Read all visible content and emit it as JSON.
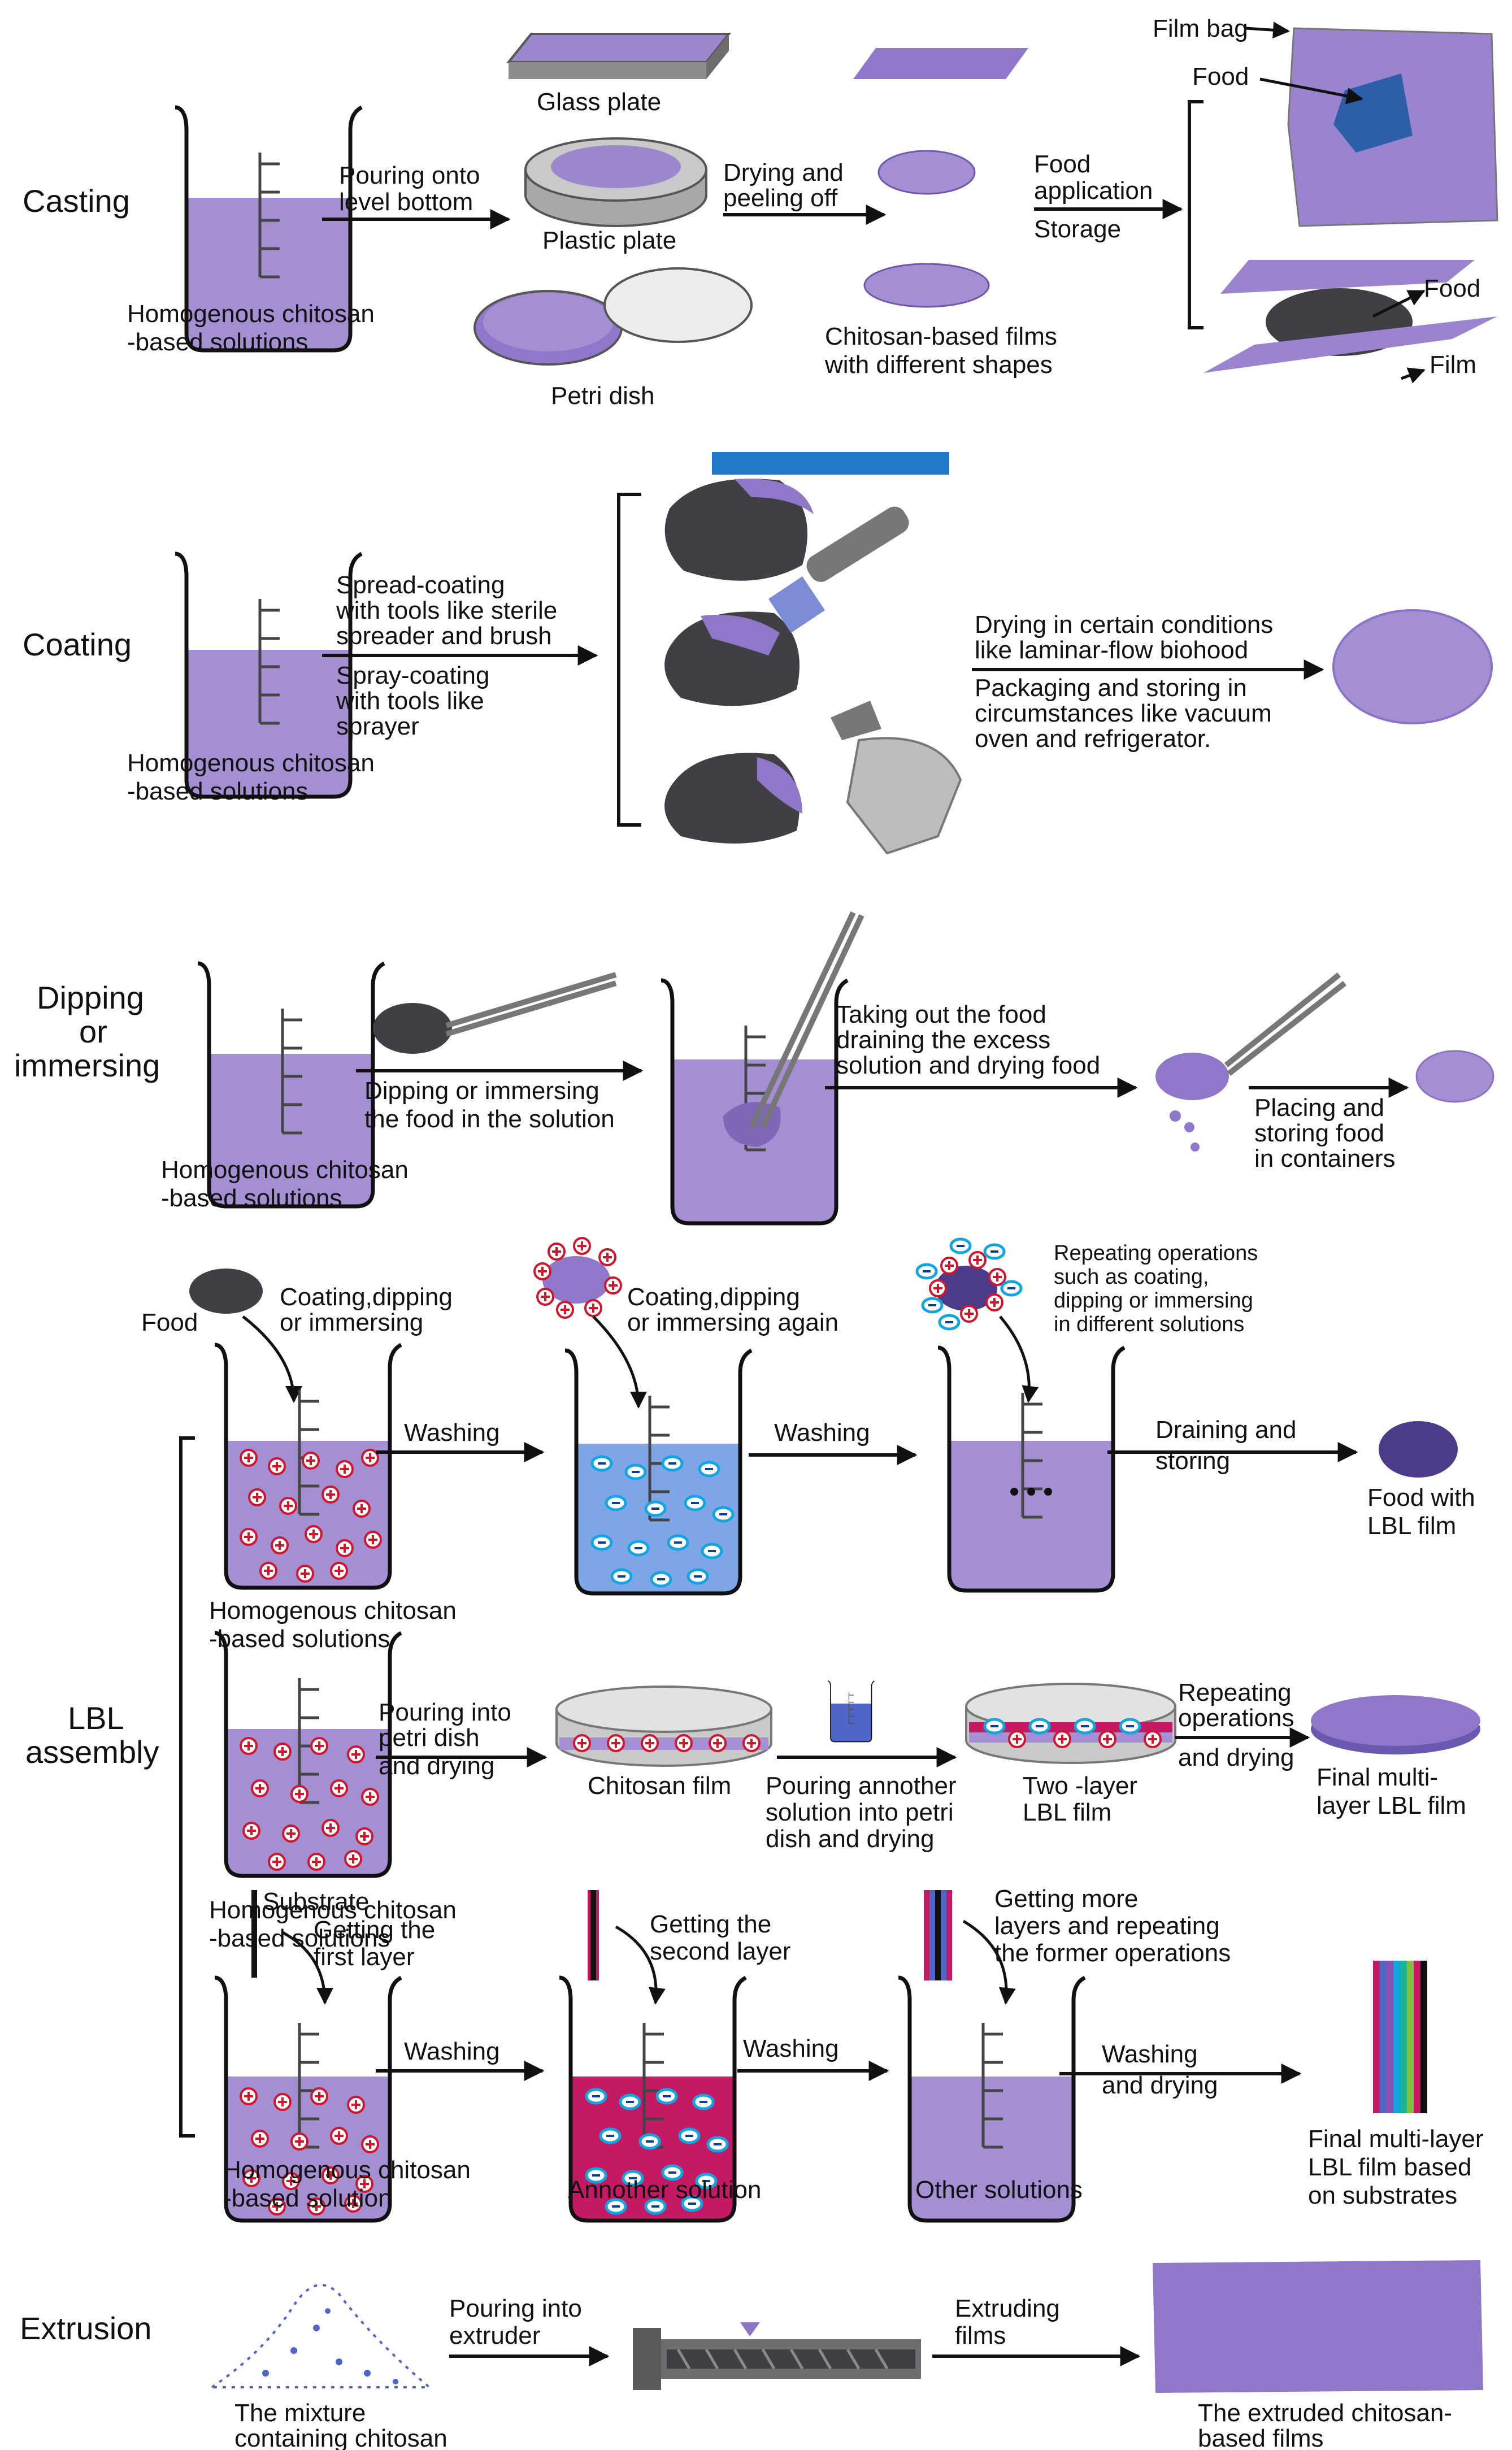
{
  "colors": {
    "solution": "#a58fd3",
    "solution_dark": "#8e74c5",
    "film": "#8f78c9",
    "film_dark": "#6f57b0",
    "food": "#3f3f44",
    "tool_blue": "#1f78c8",
    "pink": "#c41a64",
    "glass": "#c9c9c9",
    "arrow": "#111111"
  },
  "sections": {
    "casting": {
      "title": "Casting",
      "solution": [
        "Homogenous chitosan",
        "-based solutions"
      ],
      "pour": [
        "Pouring onto",
        "level bottom"
      ],
      "glass_plate": "Glass plate",
      "plastic_plate": "Plastic plate",
      "petri_dish": "Petri dish",
      "drying": [
        "Drying and",
        "peeling off"
      ],
      "films": [
        "Chitosan-based films",
        "with different shapes"
      ],
      "food_app": [
        "Food",
        "application"
      ],
      "storage": "Storage",
      "film_bag": "Film bag",
      "food": "Food",
      "food2": "Food",
      "film": "Film"
    },
    "coating": {
      "title": "Coating",
      "solution": [
        "Homogenous chitosan",
        "-based solutions"
      ],
      "spread": [
        "Spread-coating",
        "with tools like sterile",
        "spreader and brush"
      ],
      "spray": [
        "Spray-coating",
        "with tools like",
        "sprayer"
      ],
      "drying": [
        "Drying in certain conditions",
        "like laminar-flow biohood"
      ],
      "packaging": [
        "Packaging and storing in",
        "circumstances like vacuum",
        "oven and refrigerator."
      ]
    },
    "dipping": {
      "title": [
        "Dipping",
        "or",
        "immersing"
      ],
      "solution": [
        "Homogenous chitosan",
        "-based solutions"
      ],
      "dip": [
        "Dipping or immersing",
        "the food in the solution"
      ],
      "takeout": [
        "Taking out the food",
        "draining the excess",
        "solution and drying food"
      ],
      "placing": [
        "Placing and",
        "storing food",
        "in containers"
      ]
    },
    "lbl": {
      "title": [
        "LBL",
        "assembly"
      ],
      "row1": {
        "food": "Food",
        "coat1": [
          "Coating,dipping",
          "or immersing"
        ],
        "coat2": [
          "Coating,dipping",
          "or immersing again"
        ],
        "repeat": [
          "Repeating operations",
          "such as coating,",
          "dipping or immersing",
          "in different solutions"
        ],
        "washing1": "Washing",
        "washing2": "Washing",
        "drain": [
          "Draining and",
          "storing"
        ],
        "solution": [
          "Homogenous chitosan",
          "-based solutions"
        ],
        "result": [
          "Food with",
          "LBL film"
        ]
      },
      "row2": {
        "pour": [
          "Pouring into",
          "petri dish",
          "and drying"
        ],
        "chitosan_film": "Chitosan film",
        "pour_another": [
          "Pouring annother",
          "solution into petri",
          "dish and drying"
        ],
        "two_layer": [
          "Two -layer",
          "LBL film"
        ],
        "repeat": [
          "Repeating",
          "operations"
        ],
        "and_drying": "and drying",
        "solution": [
          "Homogenous chitosan",
          "-based solutions"
        ],
        "final": [
          "Final multi-",
          "layer LBL film"
        ]
      },
      "row3": {
        "substrate": "Substrate",
        "first_layer": [
          "Getting the",
          "first layer"
        ],
        "second_layer": [
          "Getting the",
          "second layer"
        ],
        "more_layers": [
          "Getting more",
          "layers and repeating",
          "the former operations"
        ],
        "washing1": "Washing",
        "washing2": "Washing",
        "washing_drying": [
          "Washing",
          "and drying"
        ],
        "solution": [
          "Homogenous chitosan",
          "-based solution"
        ],
        "another": "Annother solution",
        "other": "Other solutions",
        "final": [
          "Final multi-layer",
          "LBL film based",
          "on substrates"
        ]
      }
    },
    "extrusion": {
      "title": "Extrusion",
      "mixture": [
        "The mixture",
        "containing chitosan"
      ],
      "pour": [
        "Pouring into",
        "extruder"
      ],
      "extruding": [
        "Extruding",
        "films"
      ],
      "result": [
        "The extruded chitosan-",
        "based films"
      ]
    }
  }
}
